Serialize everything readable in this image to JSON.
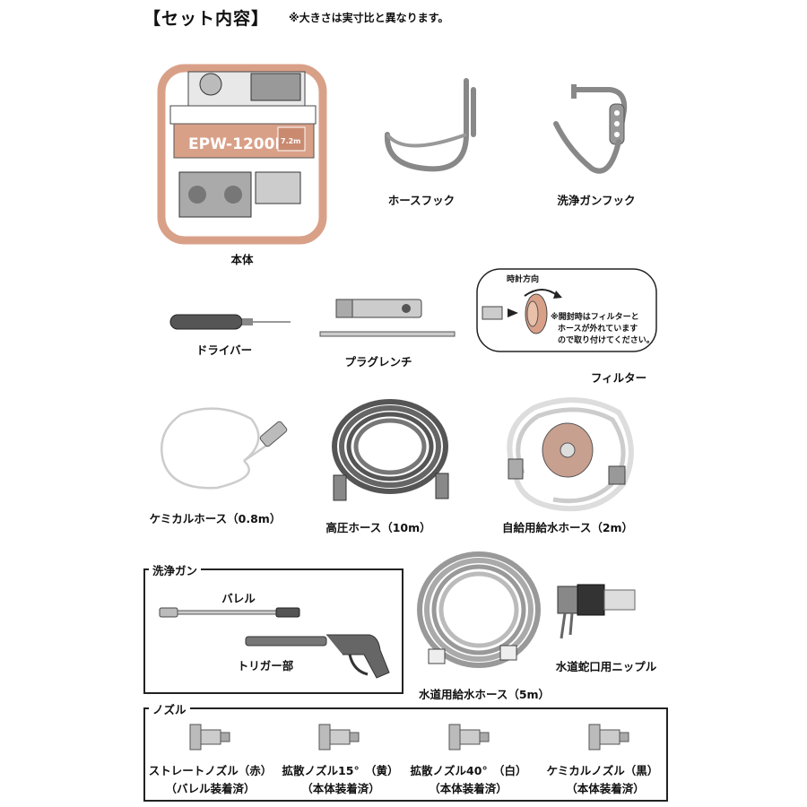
{
  "header": {
    "title": "【セット内容】",
    "note": "※大きさは実寸比と異なります。"
  },
  "machine": {
    "model_label": "EPW-1200D",
    "length_label": "7.2m"
  },
  "items": {
    "main_unit": "本体",
    "hose_hook": "ホースフック",
    "gun_hook": "洗浄ガンフック",
    "screwdriver": "ドライバー",
    "plug_wrench": "プラグレンチ",
    "filter": "フィルター",
    "chemical_hose": "ケミカルホース（0.8m）",
    "high_pressure_hose": "高圧ホース（10m）",
    "self_feed_hose": "自給用給水ホース（2m）",
    "tap_hose": "水道用給水ホース（5m）",
    "tap_nipple": "水道蛇口用ニップル"
  },
  "filter_callout": {
    "direction": "時計方向",
    "note_line1": "※開封時はフィルターと",
    "note_line2": "ホースが外れています",
    "note_line3": "ので取り付けてください。"
  },
  "gun_box": {
    "title": "洗浄ガン",
    "barrel": "バレル",
    "trigger": "トリガー部"
  },
  "nozzle_box": {
    "title": "ノズル",
    "nozzles": [
      {
        "name": "ストレートノズル（赤）",
        "status": "（バレル装着済）"
      },
      {
        "name": "拡散ノズル15°　（黄）",
        "status": "（本体装着済）"
      },
      {
        "name": "拡散ノズル40°　（白）",
        "status": "（本体装着済）"
      },
      {
        "name": "ケミカルノズル（黒）",
        "status": "（本体装着済）"
      }
    ]
  }
}
